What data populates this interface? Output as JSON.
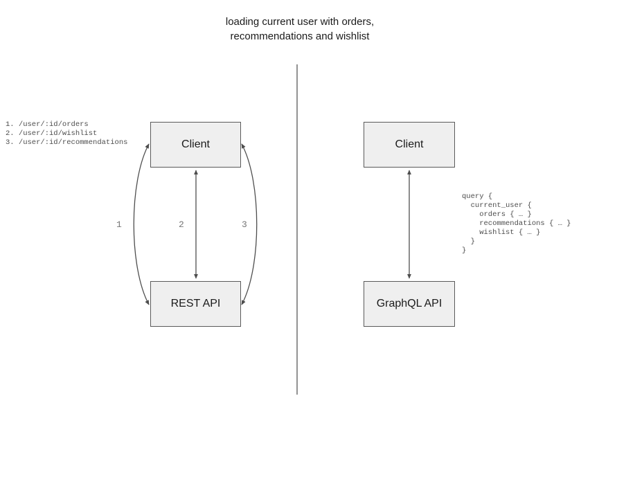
{
  "title": {
    "line1": "loading current user with orders,",
    "line2": "recommendations and wishlist"
  },
  "left_panel": {
    "endpoints": [
      "1. /user/:id/orders",
      "2. /user/:id/wishlist",
      "3. /user/:id/recommendations"
    ],
    "client_label": "Client",
    "api_label": "REST API",
    "arrow_labels": [
      "1",
      "2",
      "3"
    ]
  },
  "right_panel": {
    "client_label": "Client",
    "api_label": "GraphQL API",
    "query_lines": [
      "query {",
      "  current_user {",
      "    orders { … }",
      "    recommendations { … }",
      "    wishlist { … }",
      "  }",
      "}"
    ]
  },
  "colors": {
    "title-text": "#1a1a1a",
    "box-fill": "#efefef",
    "box-border": "#595959",
    "arrow": "#4d4d4d",
    "divider": "#6e6e6e",
    "label-gray": "#757575",
    "code-text": "#4d4d4d"
  }
}
